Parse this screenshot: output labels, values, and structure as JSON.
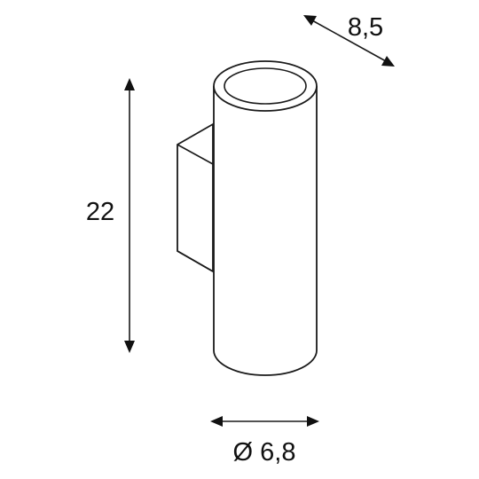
{
  "dimensions": {
    "height_label": "22",
    "depth_label": "8,5",
    "diameter_label": "Ø 6,8"
  },
  "colors": {
    "line": "#1a1a1a",
    "background": "#ffffff"
  }
}
